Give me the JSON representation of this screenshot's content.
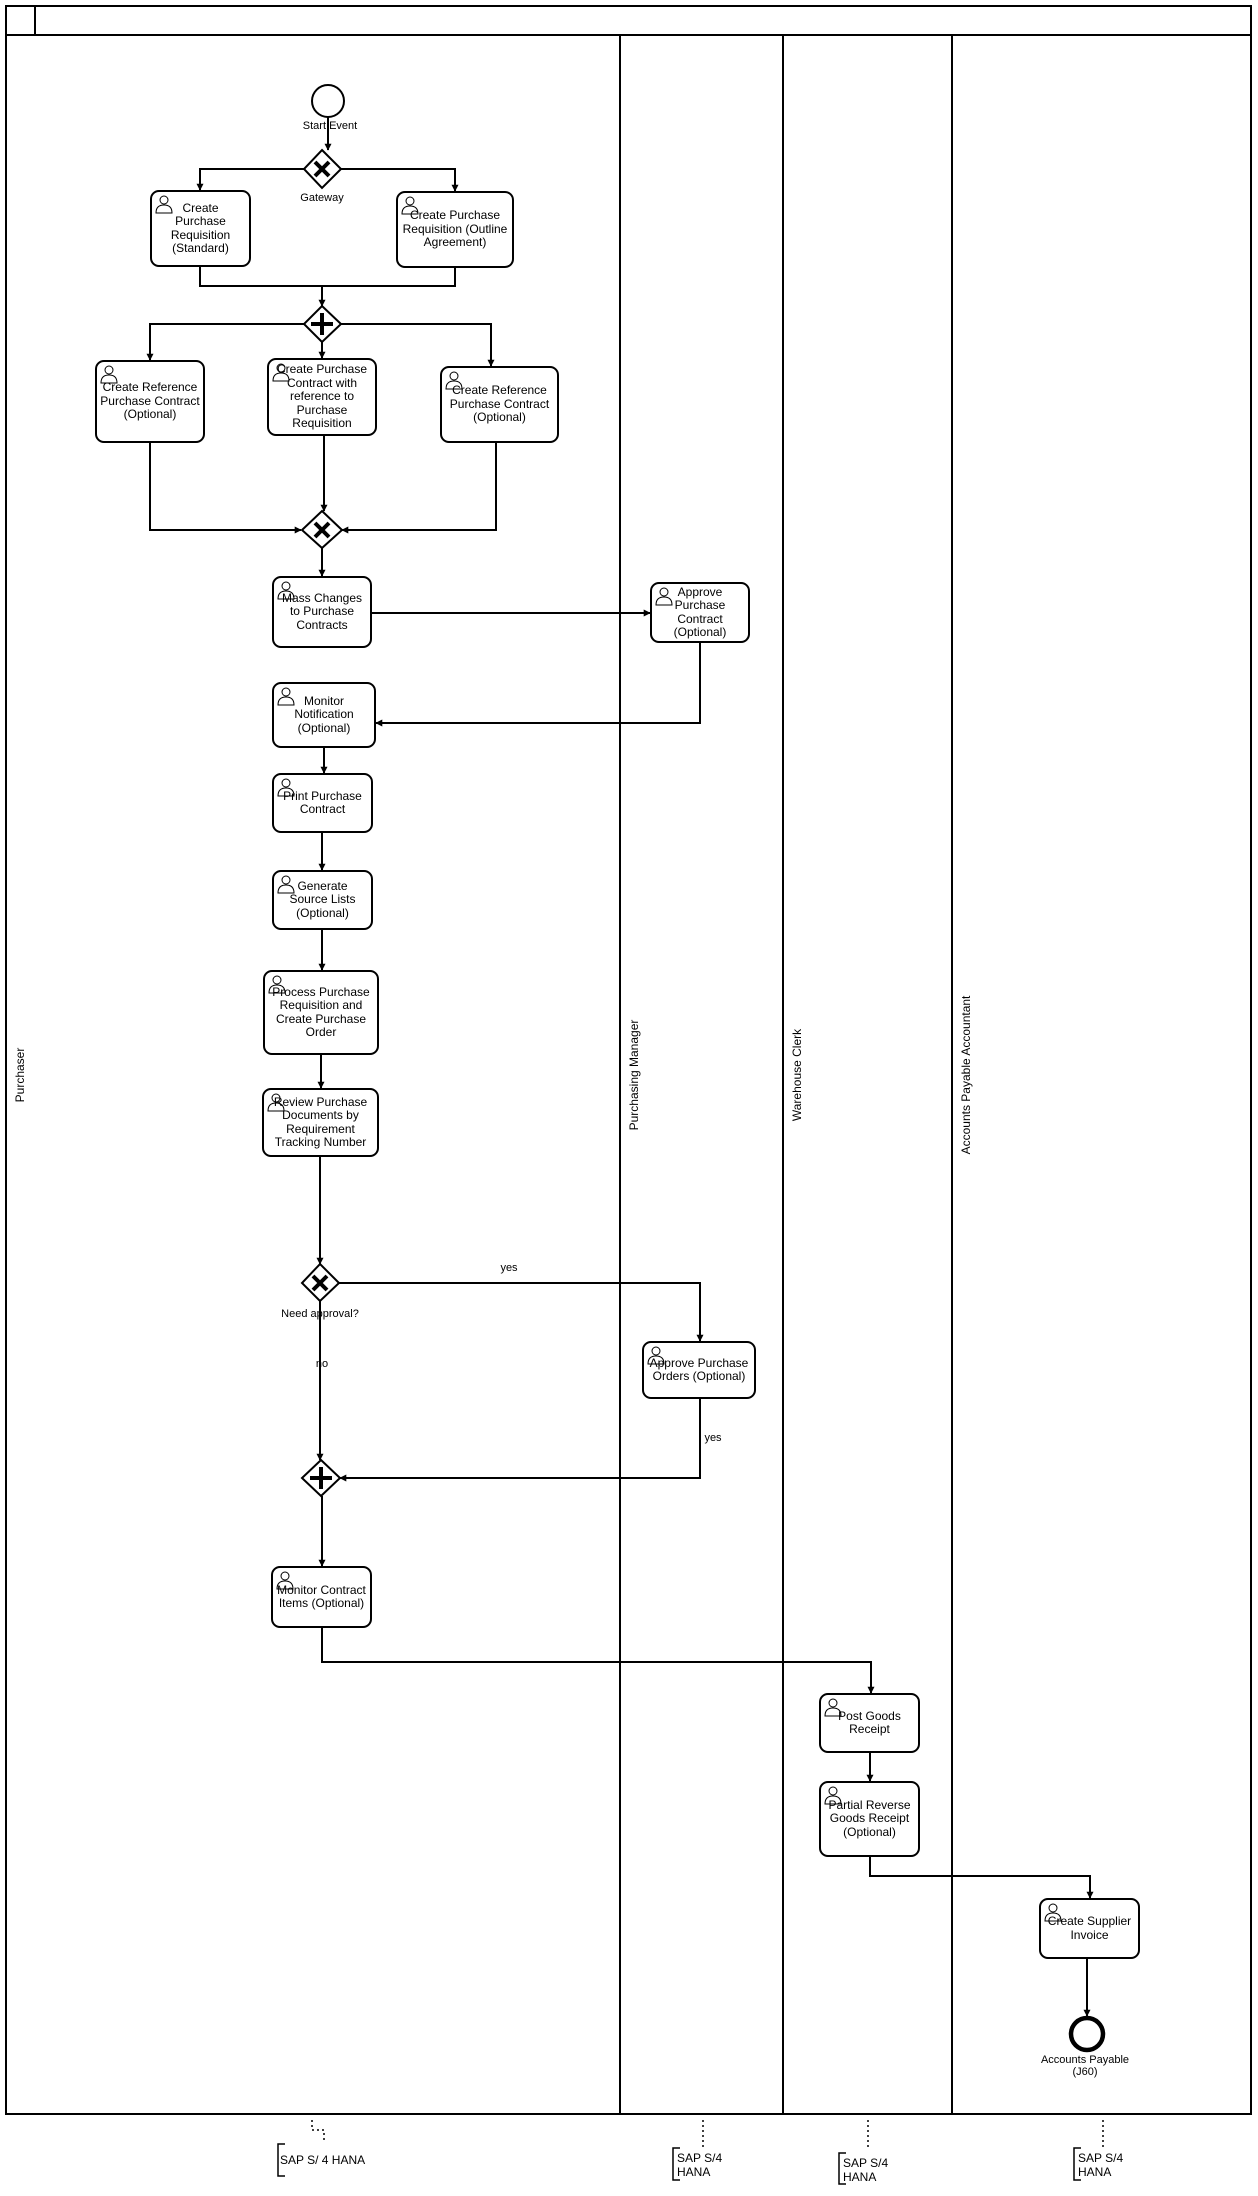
{
  "lanes": [
    "Purchaser",
    "Purchasing Manager",
    "Warehouse Clerk",
    "Accounts Payable Accountant"
  ],
  "events": {
    "start": "Start Event",
    "end": "Accounts Payable\n(J60)"
  },
  "gateways": {
    "split": "Gateway",
    "approval": "Need approval?"
  },
  "flow_labels": {
    "yes_top": "yes",
    "no": "no",
    "yes_return": "yes"
  },
  "tasks": {
    "t1": "Create\nPurchase\nRequisition\n(Standard)",
    "t2": "Create Purchase\nRequisition (Outline\nAgreement)",
    "t3": "Create Reference\nPurchase Contract\n(Optional)",
    "t4": "Create Purchase\nContract with\nreference to\nPurchase\nRequisition",
    "t5": "Create Reference\nPurchase Contract\n(Optional)",
    "t6": "Mass Changes\nto Purchase\nContracts",
    "t7": "Approve\nPurchase\nContract\n(Optional)",
    "t8": "Monitor\nNotification\n(Optional)",
    "t9": "Print Purchase\nContract",
    "t10": "Generate\nSource Lists\n(Optional)",
    "t11": "Process Purchase\nRequisition and\nCreate Purchase\nOrder",
    "t12": "Review Purchase\nDocuments by\nRequirement\nTracking Number",
    "t13": "Approve Purchase\nOrders (Optional)",
    "t14": "Monitor Contract\nItems (Optional)",
    "t15": "Post Goods\nReceipt",
    "t16": "Partial Reverse\nGoods Receipt\n(Optional)",
    "t17": "Create Supplier\nInvoice"
  },
  "systems": {
    "s1": "SAP S/ 4 HANA",
    "s2": "SAP S/4\nHANA",
    "s3": "SAP S/4\nHANA",
    "s4": "SAP S/4\nHANA"
  },
  "icons": {
    "task_type": "user-icon",
    "start": "start-event-circle",
    "end": "end-event-circle",
    "exclusive": "exclusive-gateway-x",
    "parallel": "parallel-gateway-plus"
  }
}
